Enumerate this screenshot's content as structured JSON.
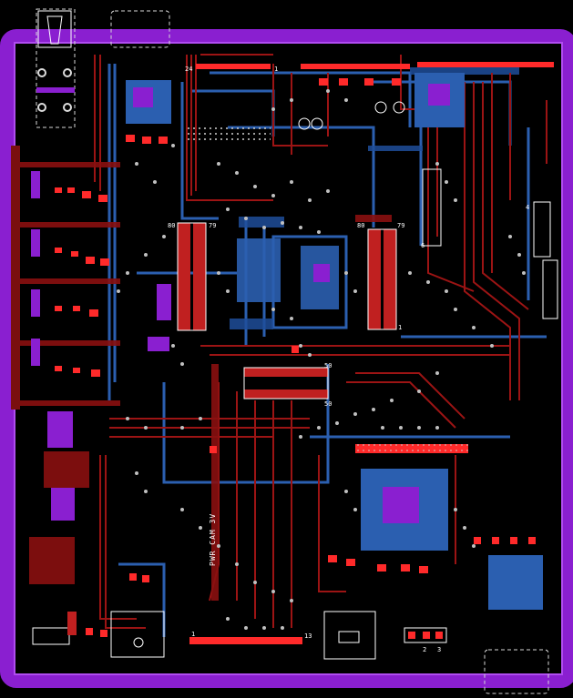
{
  "board": {
    "colors": {
      "background": "#000000",
      "outline_purple": "#8a1fd0",
      "outline_purple_light": "#b04cf0",
      "top_copper": "#9c1414",
      "bottom_copper": "#2b5fb0",
      "pad_red": "#ff2a2a",
      "silkscreen": "#ffffff",
      "via_ring": "#c0c0c0",
      "keepout": "#d8d8d8"
    },
    "labels": {
      "pin_24": "24",
      "pin_1_top": "1",
      "pin_80_left": "80",
      "pin_79_left": "79",
      "pin_80_right": "80",
      "pin_79_right": "79",
      "pin_50_a": "50",
      "pin_50_b": "50",
      "pin_4": "4",
      "pin_6": "6",
      "pin_1_right": "1",
      "pin_1_bottom": "1",
      "pin_13": "13",
      "pin_2": "2",
      "pin_3": "3",
      "rot_text": "PWR CAM 3V"
    }
  }
}
